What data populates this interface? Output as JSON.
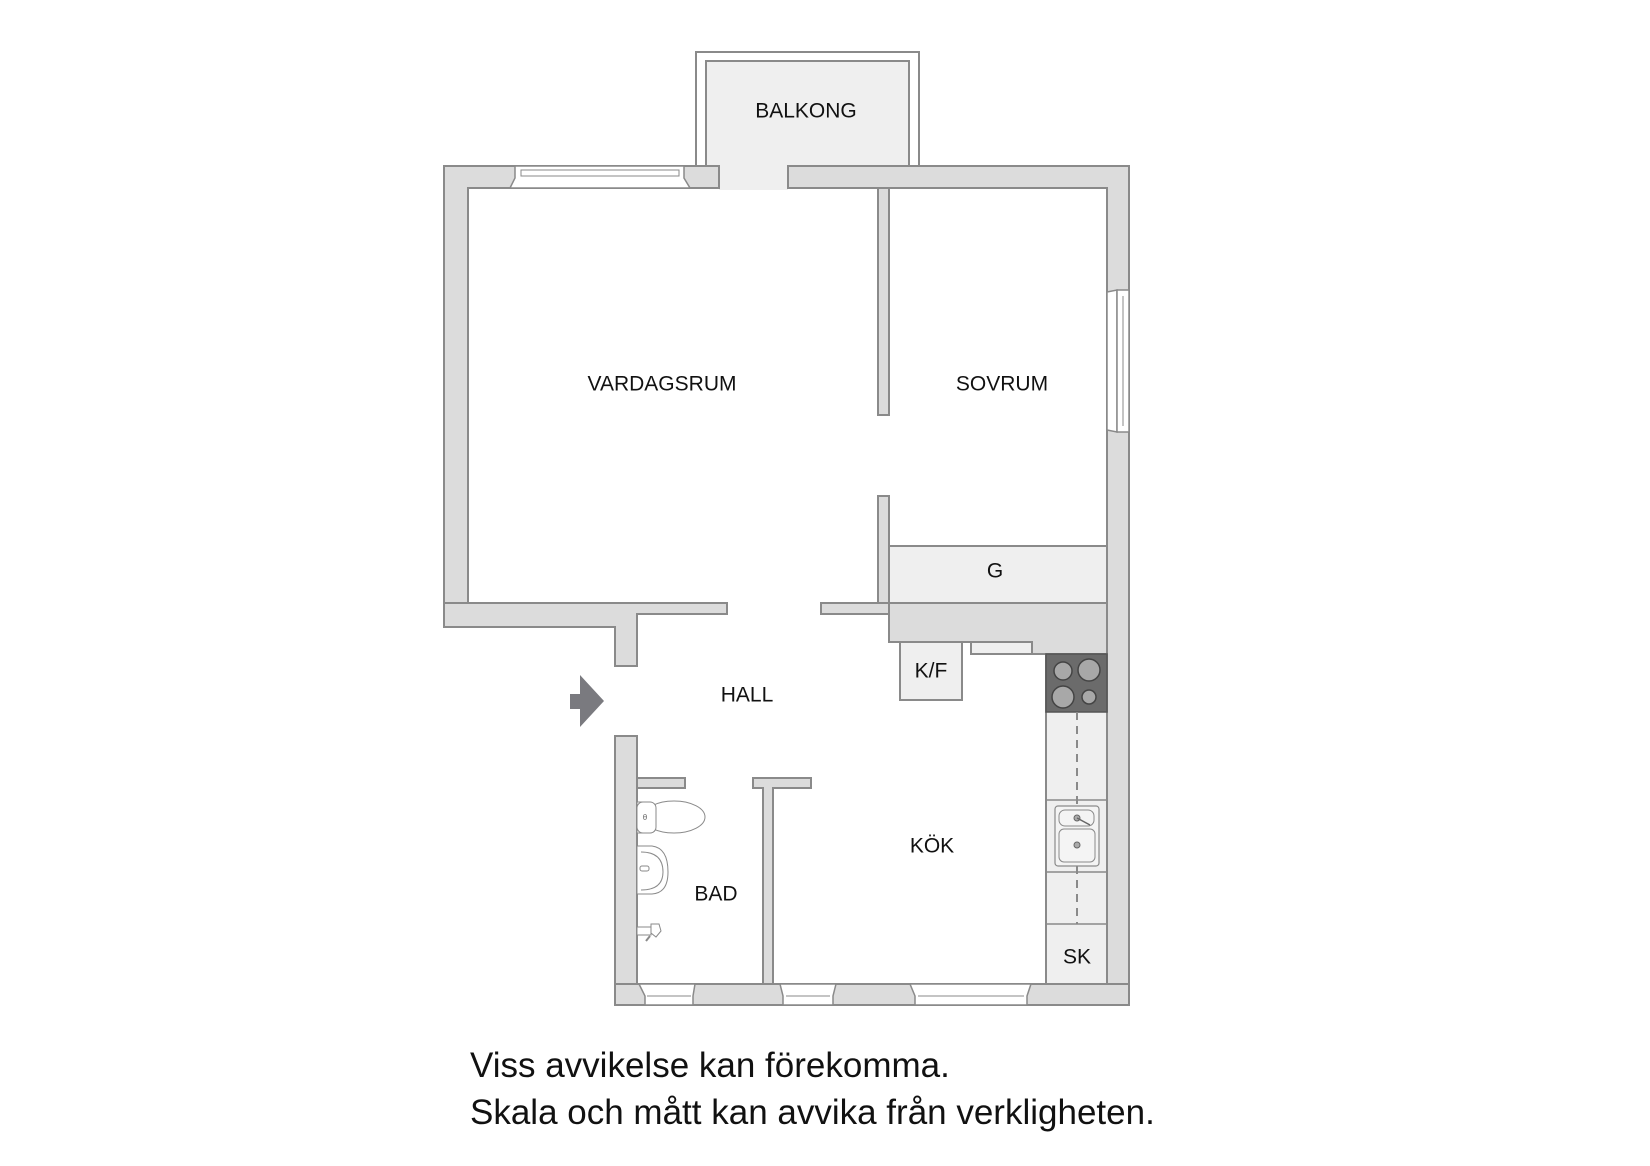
{
  "floorplan": {
    "rooms": [
      {
        "id": "balkong",
        "label": "BALKONG"
      },
      {
        "id": "vardagsrum",
        "label": "VARDAGSRUM"
      },
      {
        "id": "sovrum",
        "label": "SOVRUM"
      },
      {
        "id": "garderob",
        "label": "G"
      },
      {
        "id": "hall",
        "label": "HALL"
      },
      {
        "id": "kyl-frys",
        "label": "K/F"
      },
      {
        "id": "kok",
        "label": "KÖK"
      },
      {
        "id": "bad",
        "label": "BAD"
      },
      {
        "id": "stadskap",
        "label": "SK"
      }
    ],
    "fixtures": [
      "entry-arrow",
      "stove",
      "sink",
      "toilet",
      "washbasin",
      "shower-tap"
    ],
    "colors": {
      "wall_fill": "#dcdcdc",
      "wall_stroke": "#8a8a8a",
      "light_fill": "#efefef",
      "stove_fill": "#6b6b6b",
      "arrow_fill": "#7a7a7f"
    }
  },
  "disclaimer": {
    "line1": "Viss avvikelse kan förekomma.",
    "line2": "Skala och mått kan avvika från verkligheten."
  }
}
